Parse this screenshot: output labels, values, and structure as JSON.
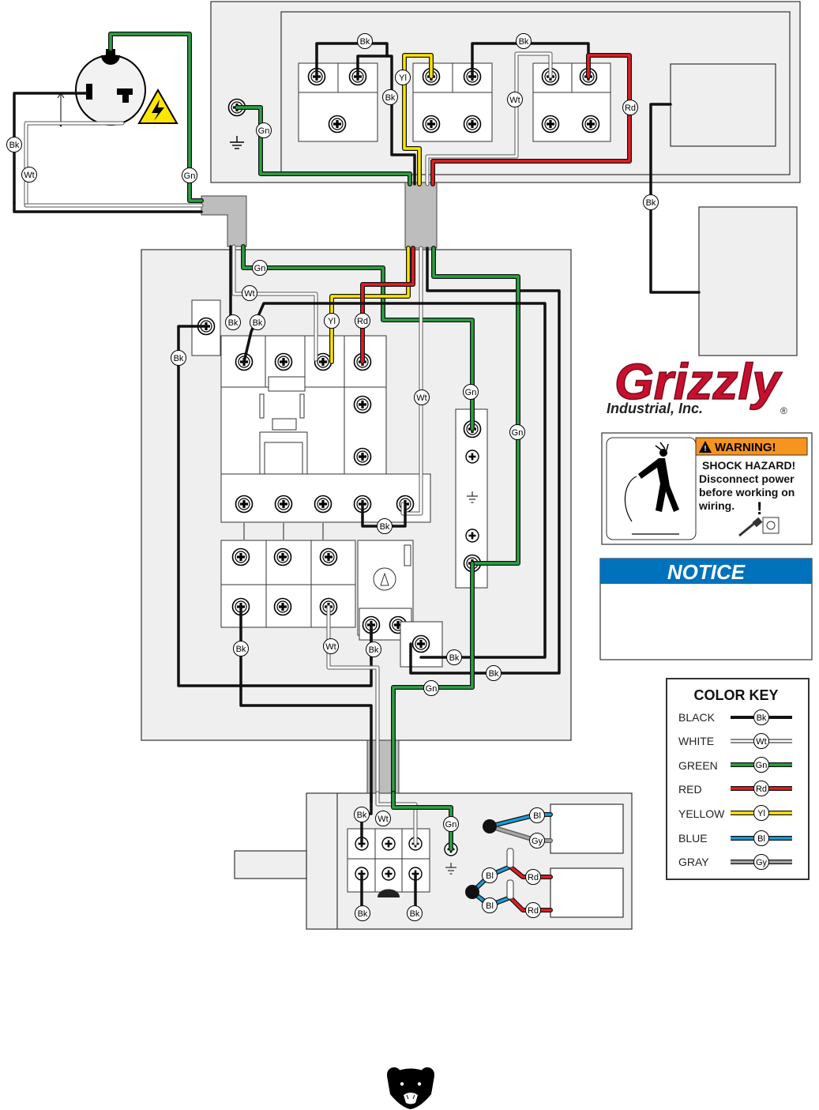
{
  "wire_labels": {
    "black": "Bk",
    "white": "Wt",
    "green": "Gn",
    "red": "Rd",
    "yellow": "Yl",
    "blue": "Bl",
    "gray": "Gy"
  },
  "wire_colors": {
    "black": "#111111",
    "white": "#ffffff",
    "green": "#2ea043",
    "red": "#e31e24",
    "yellow": "#ffe600",
    "blue": "#1e9bd7",
    "gray": "#a6a6a6"
  },
  "logo": {
    "name": "Grizzly",
    "subtitle": "Industrial, Inc.",
    "registered": "®"
  },
  "warning": {
    "header": "WARNING!",
    "line1": "SHOCK HAZARD!",
    "line2": "Disconnect power",
    "line3": "before working on",
    "line4": "wiring.",
    "header_color": "#f7941d"
  },
  "notice": {
    "title": "NOTICE",
    "color": "#0072bc"
  },
  "color_key": {
    "title": "COLOR KEY",
    "entries": [
      {
        "name": "BLACK",
        "code": "Bk"
      },
      {
        "name": "WHITE",
        "code": "Wt"
      },
      {
        "name": "GREEN",
        "code": "Gn"
      },
      {
        "name": "RED",
        "code": "Rd"
      },
      {
        "name": "YELLOW",
        "code": "Yl"
      },
      {
        "name": "BLUE",
        "code": "Bl"
      },
      {
        "name": "GRAY",
        "code": "Gy"
      }
    ]
  },
  "icons": [
    "plug-icon",
    "high-voltage-icon",
    "ground-icon",
    "screw-terminal-icon",
    "shock-hazard-icon",
    "grizzly-bear-icon"
  ]
}
